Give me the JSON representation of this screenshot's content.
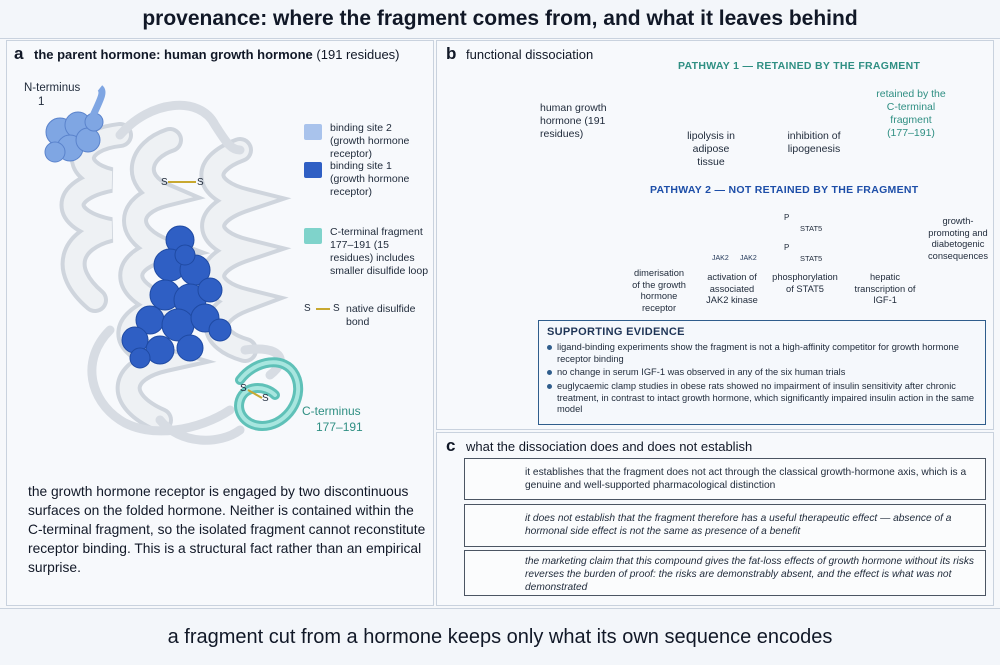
{
  "title": "provenance: where the fragment comes from, and what it leaves behind",
  "footer": "a fragment cut from a hormone keeps only what its own sequence encodes",
  "panel_a": {
    "label": "a",
    "heading_bold": "the parent hormone: human growth hormone",
    "heading_rest": "(191 residues)",
    "n_terminus": "N-terminus",
    "n_number": "1",
    "c_terminus": "C-terminus",
    "c_range": "177–191",
    "disulfide_s": "S",
    "legend": [
      {
        "label": "binding site 2 (growth hormone receptor)",
        "color": "#a9c3ec"
      },
      {
        "label": "binding site 1 (growth hormone receptor)",
        "color": "#2f5fc4"
      },
      {
        "label": "C-terminal fragment 177–191 (15 residues) includes smaller disulfide loop",
        "color": "#7fd3cb"
      },
      {
        "label": "native disulfide bond",
        "color": "#c8a830"
      }
    ],
    "body": "the growth hormone receptor is engaged by two discontinuous surfaces on the folded hormone. Neither is contained within the C-terminal fragment, so the isolated fragment cannot reconstitute receptor binding. This is a structural fact rather than an empirical surprise."
  },
  "panel_b": {
    "label": "b",
    "heading": "functional dissociation",
    "hgh_label": "human growth hormone (191 residues)",
    "pathway1": {
      "title": "PATHWAY 1 — RETAINED BY THE FRAGMENT",
      "step1": "lipolysis in adipose tissue",
      "step2": "inhibition of lipogenesis",
      "note": "retained by the C-terminal fragment (177–191)"
    },
    "pathway2": {
      "title": "PATHWAY 2 — NOT RETAINED BY THE FRAGMENT",
      "steps": [
        "dimerisation of the growth hormone receptor",
        "activation of associated JAK2 kinase",
        "phosphorylation of STAT5",
        "hepatic transcription of IGF-1",
        "growth-promoting and diabetogenic consequences"
      ],
      "jak_label": "JAK2",
      "stat_label": "STAT5",
      "p_label": "P"
    },
    "evidence": {
      "heading": "SUPPORTING EVIDENCE",
      "items": [
        "ligand-binding experiments show the fragment is not a high-affinity competitor for growth hormone receptor binding",
        "no change in serum IGF-1 was observed in any of the six human trials",
        "euglycaemic clamp studies in obese rats showed no impairment of insulin sensitivity after chronic treatment, in contrast to intact growth hormone, which significantly impaired insulin action in the same model"
      ]
    }
  },
  "panel_c": {
    "label": "c",
    "heading": "what the dissociation does and does not establish",
    "rows": [
      {
        "icon": "check-icon",
        "text": "it establishes that the fragment does not act through the classical growth-hormone axis, which is a genuine and well-supported pharmacological distinction"
      },
      {
        "icon": "minus-icon",
        "text": "it does not establish that the fragment therefore has a useful therapeutic effect — absence of a hormonal side effect is not the same as presence of a benefit"
      },
      {
        "icon": "scales-icon",
        "text": "the marketing claim that this compound gives the fat-loss effects of growth hormone without its risks reverses the burden of proof: the risks are demonstrably absent, and the effect is what was not demonstrated"
      }
    ]
  },
  "colors": {
    "site1": "#2f5fc4",
    "site2": "#a9c3ec",
    "fragment": "#7fd3cb",
    "pathway1": "#2f8f83",
    "pathway2": "#1d4ea8"
  }
}
